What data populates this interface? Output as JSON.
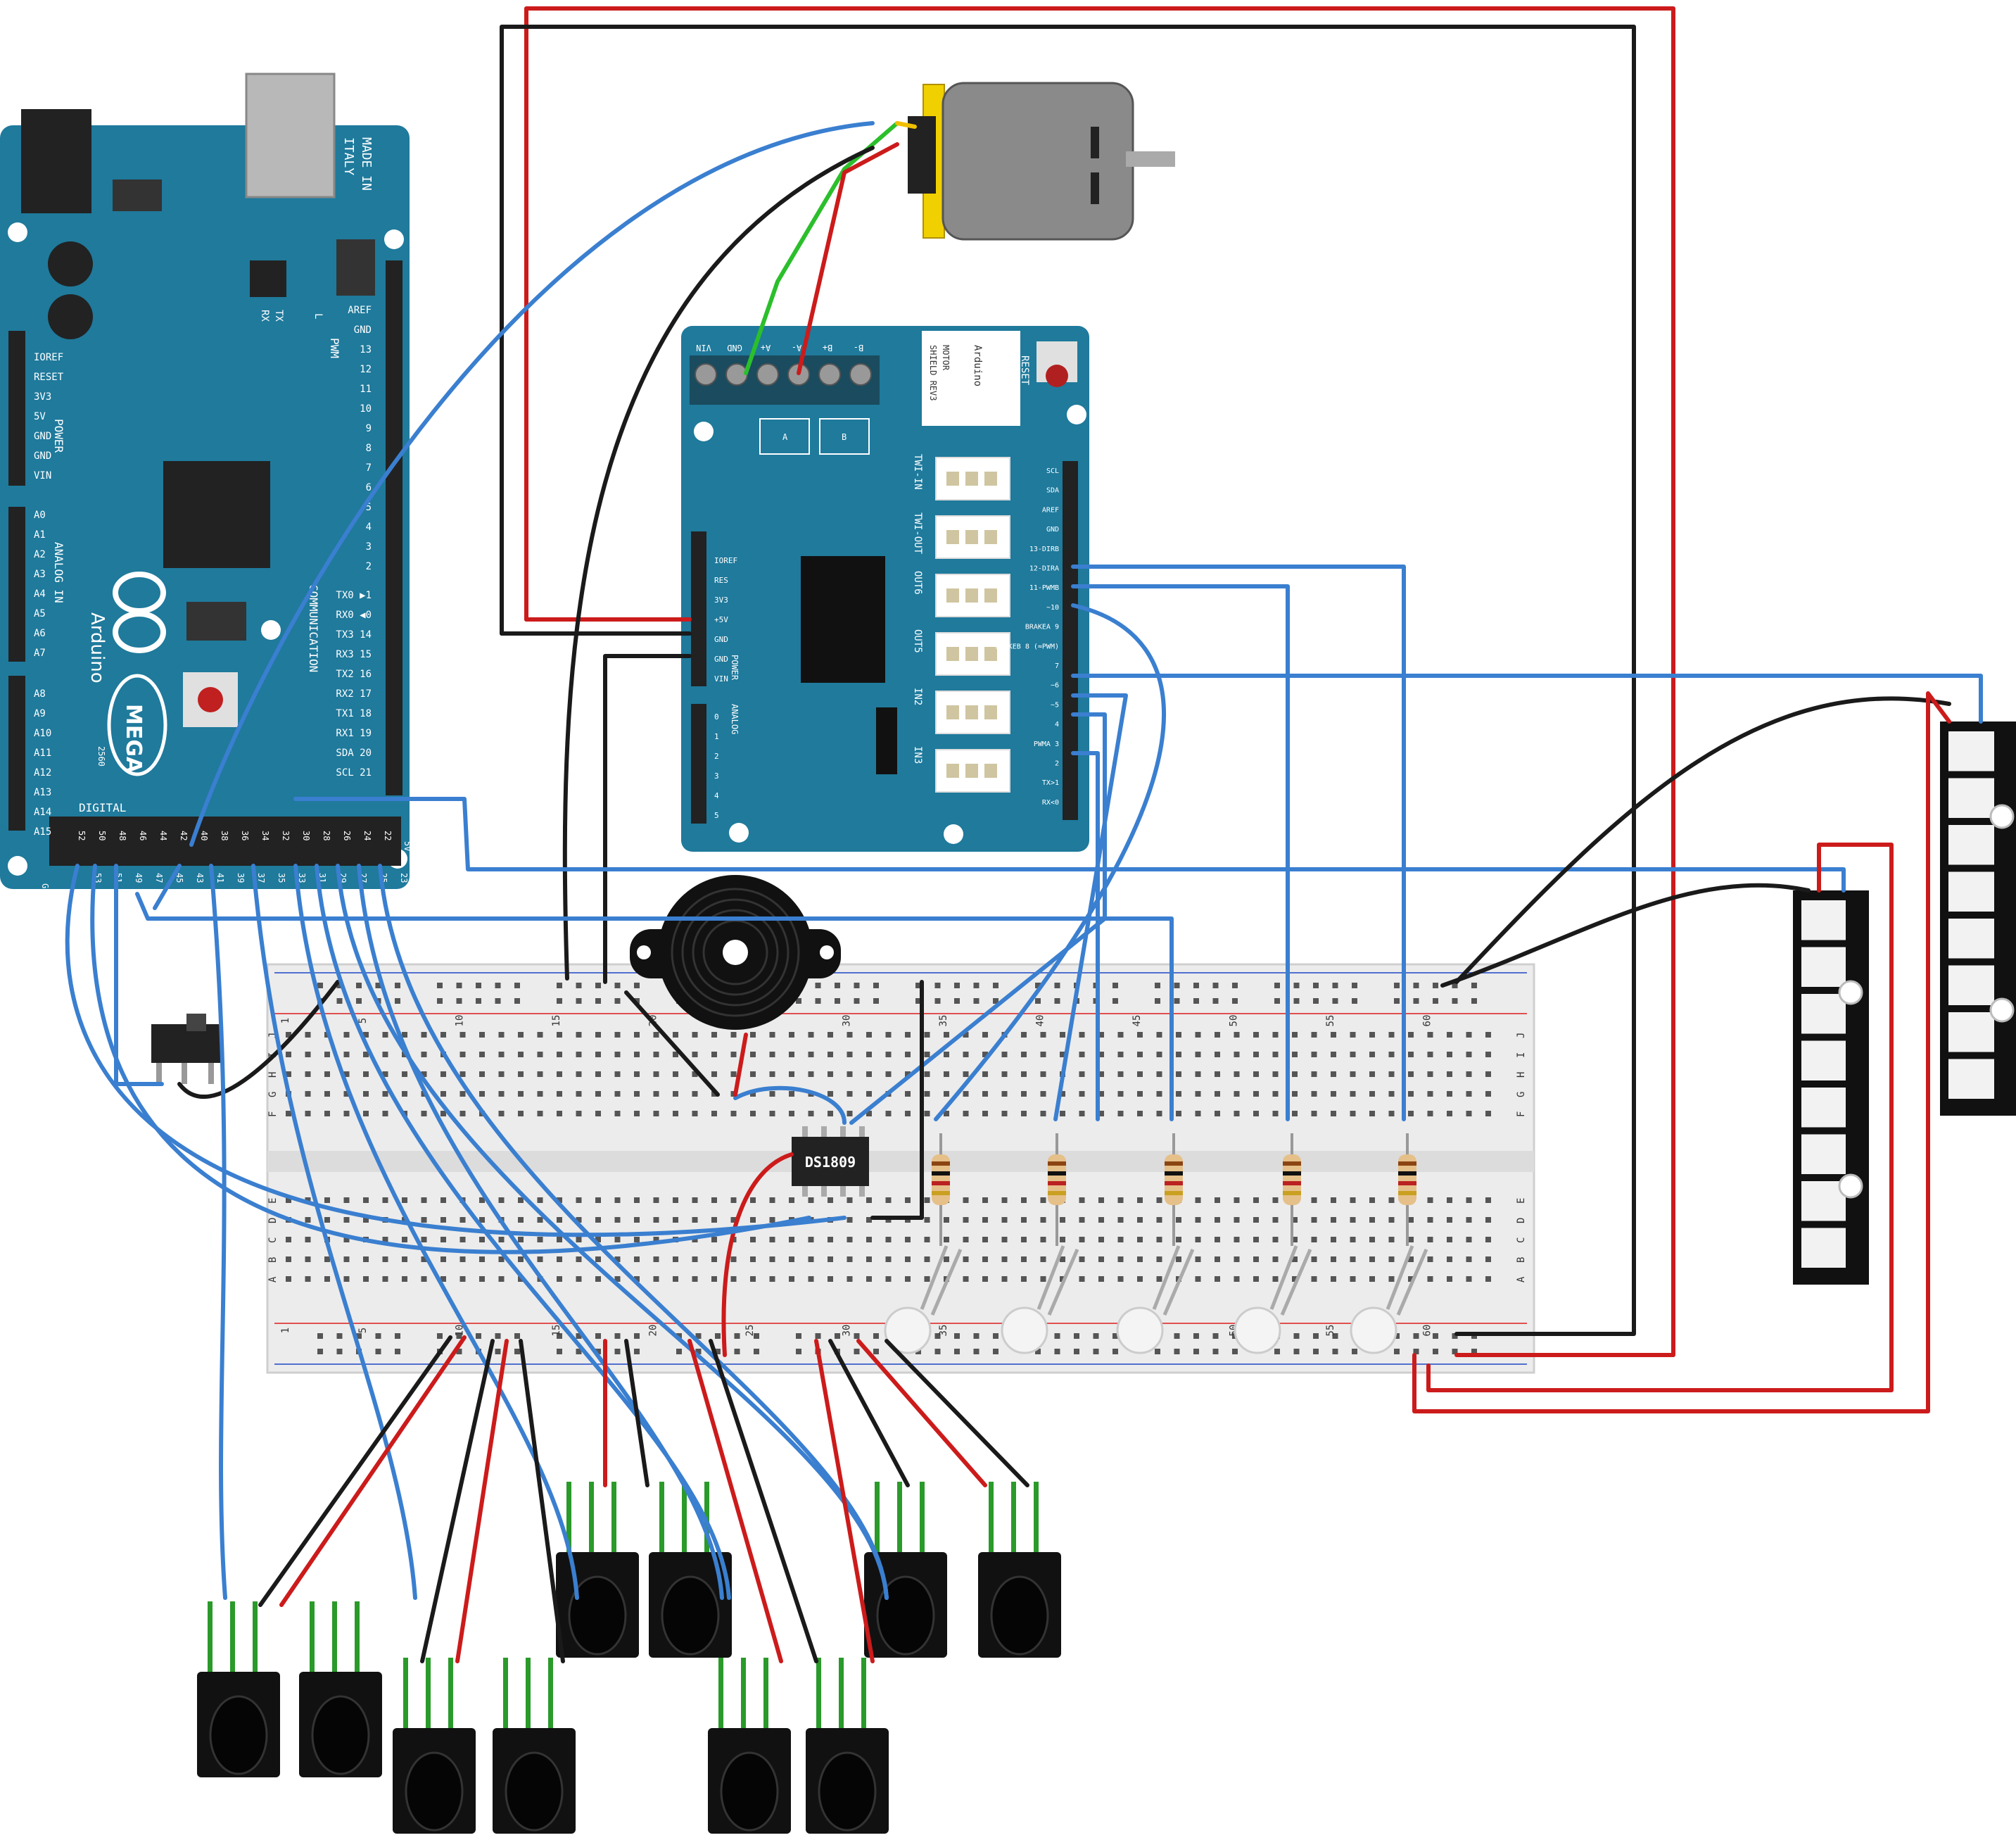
{
  "colors": {
    "board": "#1f7a9c",
    "board_dark": "#15607c",
    "wire_blue": "#3a7fd0",
    "wire_red": "#cc1b1b",
    "wire_black": "#1a1a1a",
    "wire_green": "#2bbf2b",
    "wire_yellow": "#f0c000",
    "breadboard": "#ececec",
    "rail_red": "#e05050",
    "rail_blue": "#5070d0"
  },
  "mega": {
    "brand": "Arduino",
    "model": "MEGA",
    "made_in": "MADE IN",
    "country": "ITALY",
    "rev": "2560",
    "digital_label": "DIGITAL",
    "pwm_label": "PWM",
    "comm_label": "COMMUNICATION",
    "power_label": "POWER",
    "analog_label": "ANALOG IN",
    "tx_label": "TX",
    "rx_label": "RX",
    "l_label": "L",
    "power_pins": [
      "IOREF",
      "RESET",
      "3V3",
      "5V",
      "GND",
      "GND",
      "VIN"
    ],
    "analog_pins_a": [
      "A0",
      "A1",
      "A2",
      "A3",
      "A4",
      "A5",
      "A6",
      "A7"
    ],
    "analog_pins_b": [
      "A8",
      "A9",
      "A10",
      "A11",
      "A12",
      "A13",
      "A14",
      "A15"
    ],
    "pwm_pins": [
      "AREF",
      "GND",
      "13",
      "12",
      "11",
      "10",
      "9",
      "8",
      "7",
      "6",
      "5",
      "4",
      "3",
      "2"
    ],
    "serial_pins": [
      "TX0 ▶1",
      "RX0 ◀0",
      "TX3 14",
      "RX3 15",
      "TX2 16",
      "RX2 17",
      "TX1 18",
      "RX1 19",
      "SDA 20",
      "SCL 21"
    ],
    "digital_top": [
      "52",
      "50",
      "48",
      "46",
      "44",
      "42",
      "40",
      "38",
      "36",
      "34",
      "32",
      "30",
      "28",
      "26",
      "24",
      "22"
    ],
    "digital_bottom": [
      "53",
      "51",
      "49",
      "47",
      "45",
      "43",
      "41",
      "39",
      "37",
      "35",
      "33",
      "31",
      "29",
      "27",
      "25",
      "23"
    ],
    "five_v": "5V",
    "gnd": "GND"
  },
  "motor_shield": {
    "brand": "Arduino",
    "title": "MOTOR",
    "subtitle": "SHIELD REV3",
    "reset_label": "RESET",
    "terminal_labels": [
      "VIN",
      "GND",
      "A+",
      "A-",
      "B+",
      "B-"
    ],
    "channel_a": "A",
    "channel_b": "B",
    "tinkerkit": [
      "TWI-IN",
      "TWI-OUT",
      "OUT6",
      "OUT5",
      "IN2",
      "IN3"
    ],
    "right_pins": [
      "SCL",
      "SDA",
      "AREF",
      "GND",
      "13-DIRB",
      "12-DIRA",
      "11-PWMB",
      "~10",
      "BRAKEA 9",
      "BRAKEB 8 (≈PWM)",
      "7",
      "~6",
      "~5",
      "4",
      "PWMA 3",
      "2",
      "TX>1",
      "RX<0"
    ],
    "left_pins": [
      "IOREF",
      "RES",
      "3V3",
      "+5V",
      "GND",
      "GND",
      "VIN"
    ],
    "power_label": "POWER",
    "analog_label": "ANALOG",
    "analog_pins": [
      "0",
      "1",
      "2",
      "3",
      "4",
      "5"
    ]
  },
  "chip": {
    "label": "DS1809"
  },
  "breadboard": {
    "col_numbers": [
      "1",
      "5",
      "10",
      "15",
      "20",
      "25",
      "30",
      "35",
      "40",
      "45",
      "50",
      "55",
      "60"
    ],
    "row_letters_top": [
      "J",
      "I",
      "H",
      "G",
      "F"
    ],
    "row_letters_bottom": [
      "E",
      "D",
      "C",
      "B",
      "A"
    ]
  },
  "icons": {
    "motor": "dc-motor-icon",
    "buzzer": "piezo-buzzer-icon",
    "switch": "slide-switch-icon",
    "resistor": "resistor-icon",
    "led": "led-icon",
    "ir_sensor": "ir-receiver-icon",
    "neopixel": "neopixel-strip-icon"
  }
}
